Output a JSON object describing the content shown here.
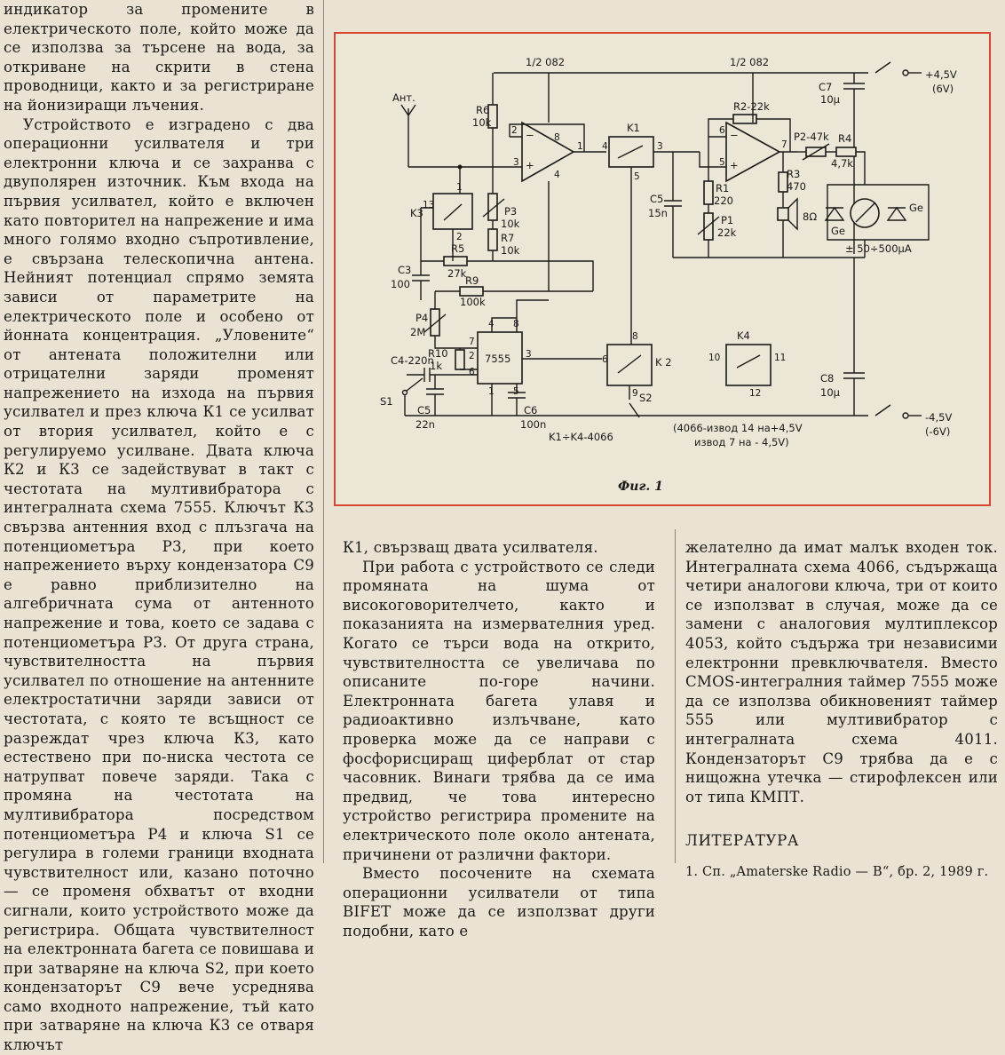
{
  "left_column": [
    "индикатор за промените в електрическото поле, който може да се използва за търсене на вода, за откриване на скрити в стена проводници, както и за регистриране на йонизиращи лъчения.",
    "Устройството е изградено с два операционни усилвателя и три електронни ключа и се захранва с двуполярен източник. Към входа на първия усилвател, който е включен като повторител на напрежение и има много голямо входно съпротивление, е свързана телескопична антена. Нейният потенциал спрямо земята зависи от параметрите на електрическото поле и особено от йонната концентрация. „Уловените“ от антената положителни или отрицателни заряди променят напрежението на изхода на първия усилвател и през ключа К1 се усилват от втория усилвател, който е с регулируемо усилване. Двата ключа К2 и К3 се задействуват в такт с честотата на мултивибратора с интегралната схема 7555. Ключът К3 свързва антенния вход с плъзгача на потенциометъра Р3, при което напрежението върху кондензатора С9 е равно приблизително на алгебричната сума от антенното напрежение и това, което се задава с потенциометъра Р3. От друга страна, чувствителността на първия усилвател по отношение на антенните електростатични заряди зависи от честотата, с която те всъщност се разреждат чрез ключа К3, като естествено при по-ниска честота се натрупват повече заряди. Така с промяна на честотата на мултивибратора посредством потенциометъра Р4 и ключа S1 се регулира в големи граници входната чувствителност или, казано поточно — се променя обхватът от входни сигнали, които устройството може да регистрира. Общата чувствителност на електронната багета се повишава и при затваряне на ключа S2, при което кондензаторът С9 вече усреднява само входното напрежение, тъй като при затваряне на ключа К3 се отваря ключът"
  ],
  "middle_column": [
    "К1, свързващ двата усилвателя.",
    "При работа с устройството се следи промяната на шума от високоговорителчето, както и показанията на измервателния уред. Когато се търси вода на открито, чувствителността се увеличава по описаните по-горе начини. Електронната багета улавя и радиоактивно излъчване, като проверка може да се направи с фосфорисциращ циферблат от стар часовник. Винаги трябва да се има предвид, че това интересно устройство регистрира промените на електрическото поле около антената, причинени от различни фактори.",
    "Вместо посочените на схемата операционни усилватели от типа BIFET може да се използват други подобни, като е"
  ],
  "right_column": [
    "желателно да имат малък входен ток. Интегралната схема 4066, съдържаща четири аналогови ключа, три от които се използват в случая, може да се замени с аналоговия мултиплексор 4053, който съдържа три независими електронни превключвателя. Вместо CMOS-интегралния таймер 7555 може да се използва обикновеният таймер 555 или мултивибратор с интегралната схема 4011. Кондензаторът С9 трябва да е с нищожна утечка — стирофлексен или от типа КМПТ."
  ],
  "literature": {
    "title": "ЛИТЕРАТУРА",
    "ref": "1. Сп. „Amaterske Radio — B“, бр. 2, 1989 г."
  },
  "figure": {
    "caption": "Фиг. 1",
    "border_color": "#d9452f",
    "labels": {
      "opamp1": "1/2 082",
      "opamp2": "1/2 082",
      "antenna": "Ант.",
      "r6": "R6",
      "r6v": "10k",
      "r2": "R2-22k",
      "c7": "C7",
      "c7v": "10µ",
      "supply_pos": "+4,5V",
      "supply_pos2": "(6V)",
      "k1": "K1",
      "p2": "P2-47k",
      "r4": "R4",
      "r4v": "4,7k",
      "r1": "R1",
      "r1v": "220",
      "r3": "R3",
      "r3v": "470",
      "c5": "C5",
      "c5v": "15n",
      "p1": "P1",
      "p1v": "22k",
      "spk": "8Ω",
      "ge1": "Ge",
      "ge2": "Ge",
      "meter": "± 50÷500µA",
      "k3": "K3",
      "p3": "P3",
      "p3v": "10k",
      "r7": "R7",
      "r7v": "10k",
      "r5": "R5",
      "r5v": "27k",
      "c3": "C3",
      "c3v": "100",
      "r9": "R9",
      "r9v": "100k",
      "p4": "P4",
      "p4v": "2M",
      "c4": "C4-220n",
      "r10": "R10",
      "r10v": "1k",
      "ic": "7555",
      "k2": "K 2",
      "k4": "K4",
      "s1": "S1",
      "s2": "S2",
      "c5b": "C5",
      "c5bv": "22n",
      "c6": "C6",
      "c6v": "100n",
      "c8": "C8",
      "c8v": "10µ",
      "k_all": "K1÷K4-4066",
      "note1": "(4066-извод 14 на+4,5V",
      "note2": "извод 7 на - 4,5V)",
      "supply_neg": "-4,5V",
      "supply_neg2": "(-6V)"
    }
  }
}
